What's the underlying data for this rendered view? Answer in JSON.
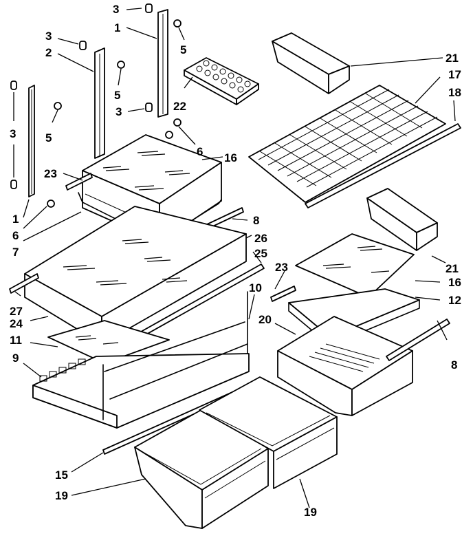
{
  "callouts": {
    "c1a": "1",
    "c1b": "1",
    "c2": "2",
    "c3a": "3",
    "c3b": "3",
    "c3c": "3",
    "c3d": "3",
    "c5a": "5",
    "c5b": "5",
    "c5c": "5",
    "c6a": "6",
    "c6b": "6",
    "c7": "7",
    "c8a": "8",
    "c8b": "8",
    "c9": "9",
    "c10": "10",
    "c11": "11",
    "c12": "12",
    "c15": "15",
    "c16a": "16",
    "c16b": "16",
    "c17": "17",
    "c18": "18",
    "c19a": "19",
    "c19b": "19",
    "c20": "20",
    "c21a": "21",
    "c21b": "21",
    "c22": "22",
    "c23a": "23",
    "c23b": "23",
    "c24": "24",
    "c25": "25",
    "c26": "26",
    "c27": "27"
  }
}
